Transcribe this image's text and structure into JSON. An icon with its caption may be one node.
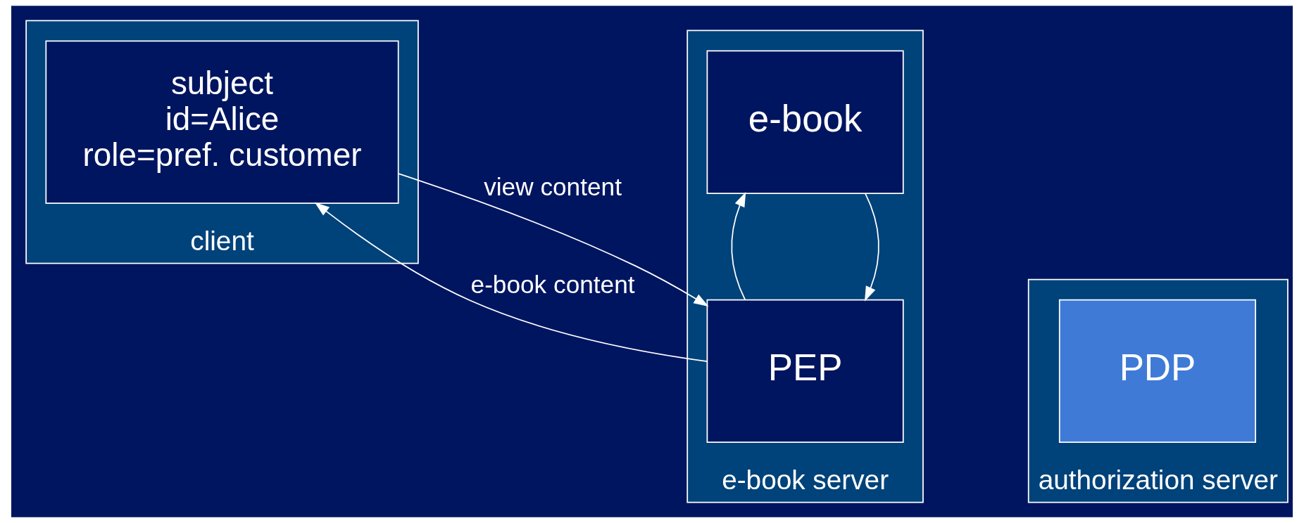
{
  "diagram": {
    "nodes": [
      {
        "text": [
          "client"
        ]
      },
      {
        "text": [
          "subject",
          "id=Alice",
          "role=pref. customer"
        ],
        "in": 0
      },
      {
        "text": [
          "e-book server"
        ]
      },
      {
        "text": [
          "e-book"
        ],
        "in": 2
      },
      {
        "text": [
          "PEP"
        ],
        "in": 2
      },
      {
        "text": [
          "authorization server"
        ]
      },
      {
        "text": [
          "PDP"
        ],
        "in": 5
      }
    ],
    "edges": [
      {
        "from": 3,
        "to": 4,
        "arrow": "to"
      },
      {
        "from": 4,
        "to": 3,
        "arrow": "to"
      },
      {
        "from": 4,
        "to": 1,
        "arrow": "to",
        "label": "e-book content"
      },
      {
        "from": 1,
        "to": 4,
        "arrow": "to",
        "label": "view content"
      }
    ]
  }
}
